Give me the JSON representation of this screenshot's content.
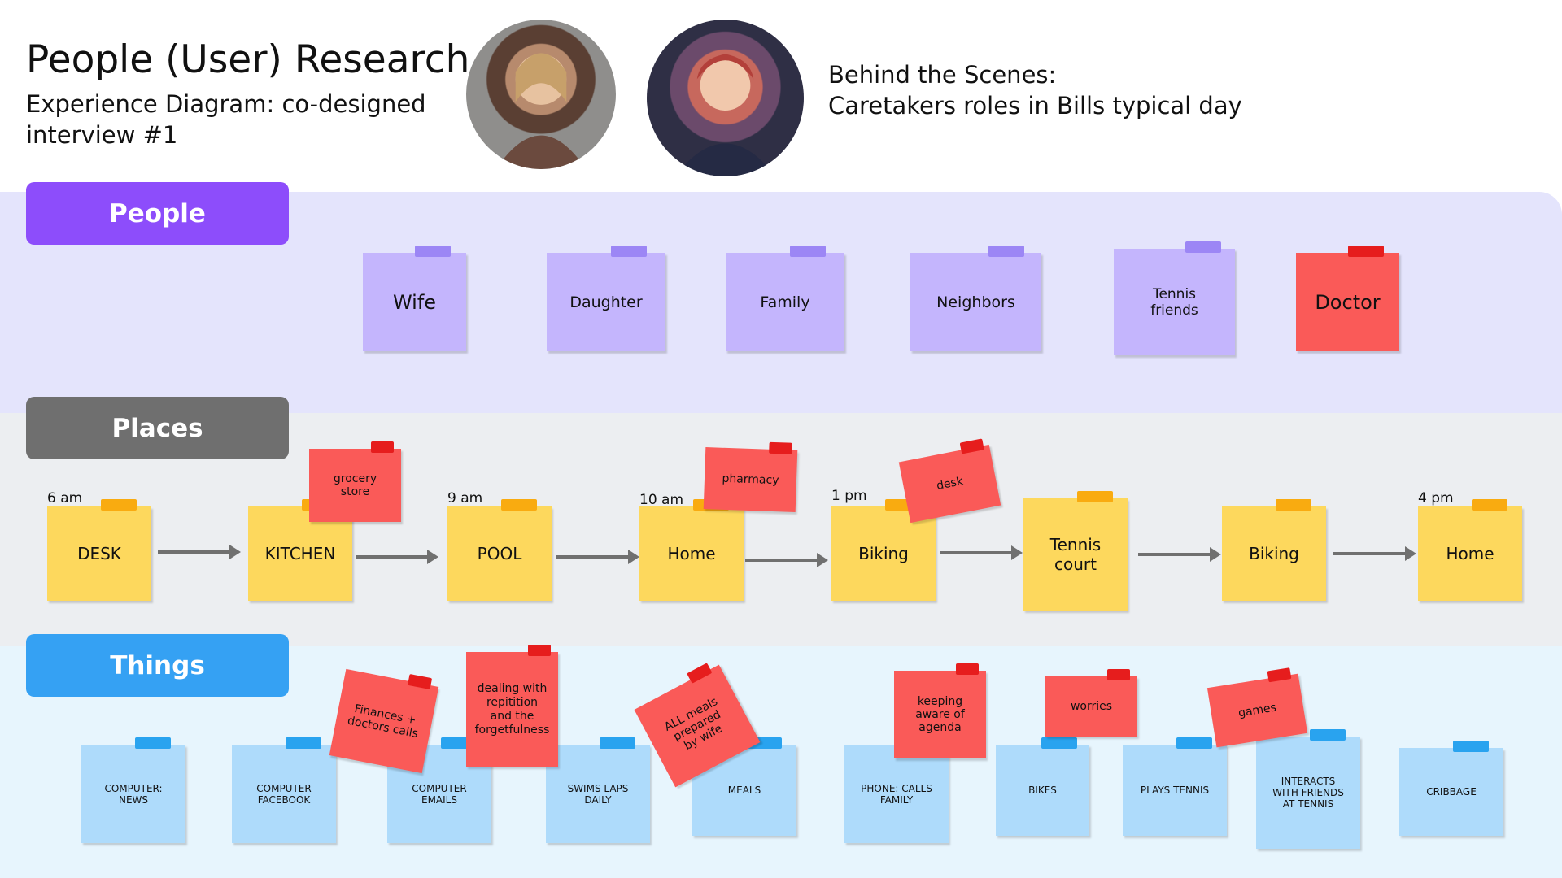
{
  "header": {
    "title": "People (User) Research",
    "subtitle": "Experience Diagram: co-designed interview #1",
    "behind_line1": "Behind the Scenes:",
    "behind_line2": "Caretakers roles in Bills typical day"
  },
  "sections": {
    "people": "People",
    "places": "Places",
    "things": "Things"
  },
  "people_notes": [
    "Wife",
    "Daughter",
    "Family",
    "Neighbors",
    "Tennis friends",
    "Doctor"
  ],
  "places": {
    "times": [
      "6 am",
      "9 am",
      "10 am",
      "1 pm",
      "4 pm"
    ],
    "notes": [
      "DESK",
      "KITCHEN",
      "POOL",
      "Home",
      "Biking",
      "Tennis court",
      "Biking",
      "Home"
    ],
    "red_notes": [
      "grocery store",
      "pharmacy",
      "desk"
    ]
  },
  "things": {
    "notes": [
      "COMPUTER: NEWS",
      "COMPUTER FACEBOOK",
      "COMPUTER EMAILS",
      "SWIMS LAPS DAILY",
      "MEALS",
      "PHONE: CALLS FAMILY",
      "BIKES",
      "PLAYS TENNIS",
      "INTERACTS WITH FRIENDS AT TENNIS",
      "CRIBBAGE"
    ],
    "red_notes": [
      "Finances + doctors calls",
      "dealing with repitition and the forgetfulness",
      "ALL meals prepared by wife",
      "keeping aware of agenda",
      "worries",
      "games"
    ]
  },
  "colors": {
    "people_header": "#8d4dfb",
    "places_header": "#6f6f6f",
    "things_header": "#35a1f3",
    "purple_note": "#c4b5fd",
    "red_note": "#fa5a58",
    "yellow_note": "#fdd85d",
    "blue_note": "#aedbfb"
  }
}
